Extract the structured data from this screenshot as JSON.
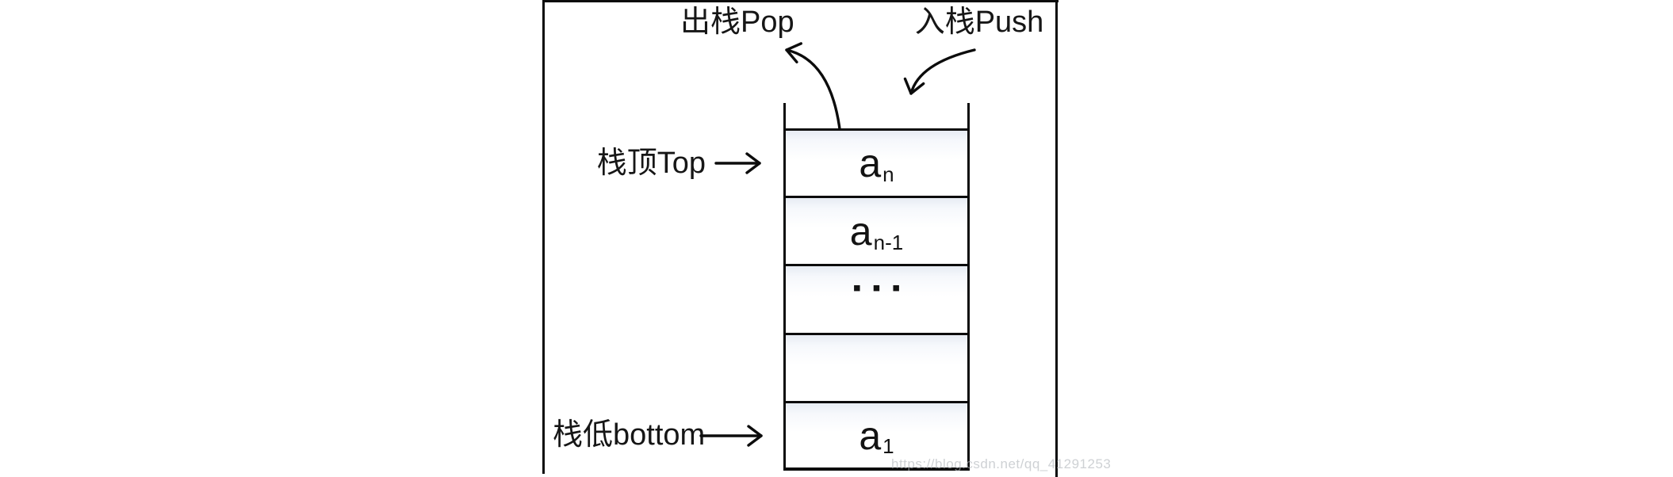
{
  "diagram": {
    "description": "Stack (LIFO) data structure diagram with push/pop operations",
    "labels": {
      "pop": "出栈Pop",
      "push": "入栈Push",
      "top": "栈顶Top",
      "bottom": "栈低bottom"
    },
    "stack": {
      "cells": [
        {
          "base": "a",
          "sub": "n"
        },
        {
          "base": "a",
          "sub": "n-1"
        },
        {
          "dots": "▪▪▪"
        },
        {
          "base": "",
          "sub": ""
        },
        {
          "base": "a",
          "sub": "1"
        }
      ]
    },
    "watermark": "https://blog.csdn.net/qq_41291253",
    "colors": {
      "line": "#0c0c0c",
      "text": "#161616",
      "cell_top_tint": "#e7ecf3",
      "watermark": "#b0b4ba"
    }
  }
}
